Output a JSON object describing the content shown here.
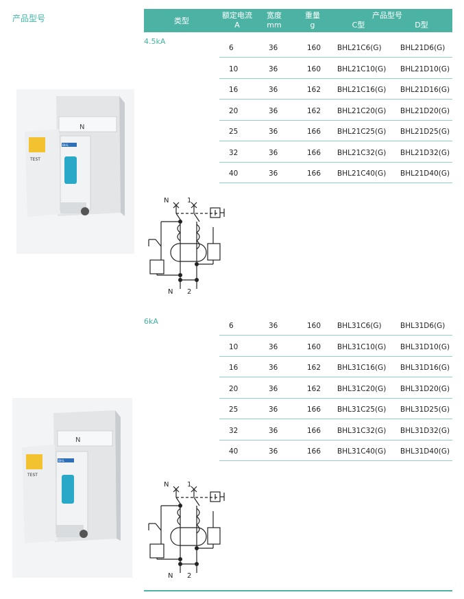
{
  "page": {
    "section_title": "产品型号"
  },
  "table": {
    "headers": {
      "type": "类型",
      "current": "额定电流",
      "current_unit": "A",
      "width": "宽度",
      "width_unit": "mm",
      "weight": "重量",
      "weight_unit": "g",
      "model": "产品型号",
      "model_c": "C型",
      "model_d": "D型"
    },
    "groups": [
      {
        "rating": "4.5kA",
        "rows": [
          {
            "current": "6",
            "width": "36",
            "weight": "160",
            "c": "BHL21C6(G)",
            "d": "BHL21D6(G)"
          },
          {
            "current": "10",
            "width": "36",
            "weight": "160",
            "c": "BHL21C10(G)",
            "d": "BHL21D10(G)"
          },
          {
            "current": "16",
            "width": "36",
            "weight": "162",
            "c": "BHL21C16(G)",
            "d": "BHL21D16(G)"
          },
          {
            "current": "20",
            "width": "36",
            "weight": "162",
            "c": "BHL21C20(G)",
            "d": "BHL21D20(G)"
          },
          {
            "current": "25",
            "width": "36",
            "weight": "166",
            "c": "BHL21C25(G)",
            "d": "BHL21D25(G)"
          },
          {
            "current": "32",
            "width": "36",
            "weight": "166",
            "c": "BHL21C32(G)",
            "d": "BHL21D32(G)"
          },
          {
            "current": "40",
            "width": "36",
            "weight": "166",
            "c": "BHL21C40(G)",
            "d": "BHL21D40(G)"
          }
        ]
      },
      {
        "rating": "6kA",
        "rows": [
          {
            "current": "6",
            "width": "36",
            "weight": "160",
            "c": "BHL31C6(G)",
            "d": "BHL31D6(G)"
          },
          {
            "current": "10",
            "width": "36",
            "weight": "160",
            "c": "BHL31C10(G)",
            "d": "BHL31D10(G)"
          },
          {
            "current": "16",
            "width": "36",
            "weight": "162",
            "c": "BHL31C16(G)",
            "d": "BHL31D16(G)"
          },
          {
            "current": "20",
            "width": "36",
            "weight": "162",
            "c": "BHL31C20(G)",
            "d": "BHL31D20(G)"
          },
          {
            "current": "25",
            "width": "36",
            "weight": "166",
            "c": "BHL31C25(G)",
            "d": "BHL31D25(G)"
          },
          {
            "current": "32",
            "width": "36",
            "weight": "166",
            "c": "BHL31C32(G)",
            "d": "BHL31D32(G)"
          },
          {
            "current": "40",
            "width": "36",
            "weight": "166",
            "c": "BHL31C40(G)",
            "d": "BHL31D40(G)"
          }
        ]
      }
    ]
  },
  "product": {
    "test_label": "TEST",
    "pole_label": "N",
    "brand_label": "BHL"
  },
  "diagram": {
    "top_n": "N",
    "top_1": "1",
    "bottom_n": "N",
    "bottom_2": "2"
  },
  "colors": {
    "accent": "#4cb3a4",
    "rule": "#8fd0c6",
    "handle": "#29a8c8",
    "indicator": "#f2c230"
  }
}
